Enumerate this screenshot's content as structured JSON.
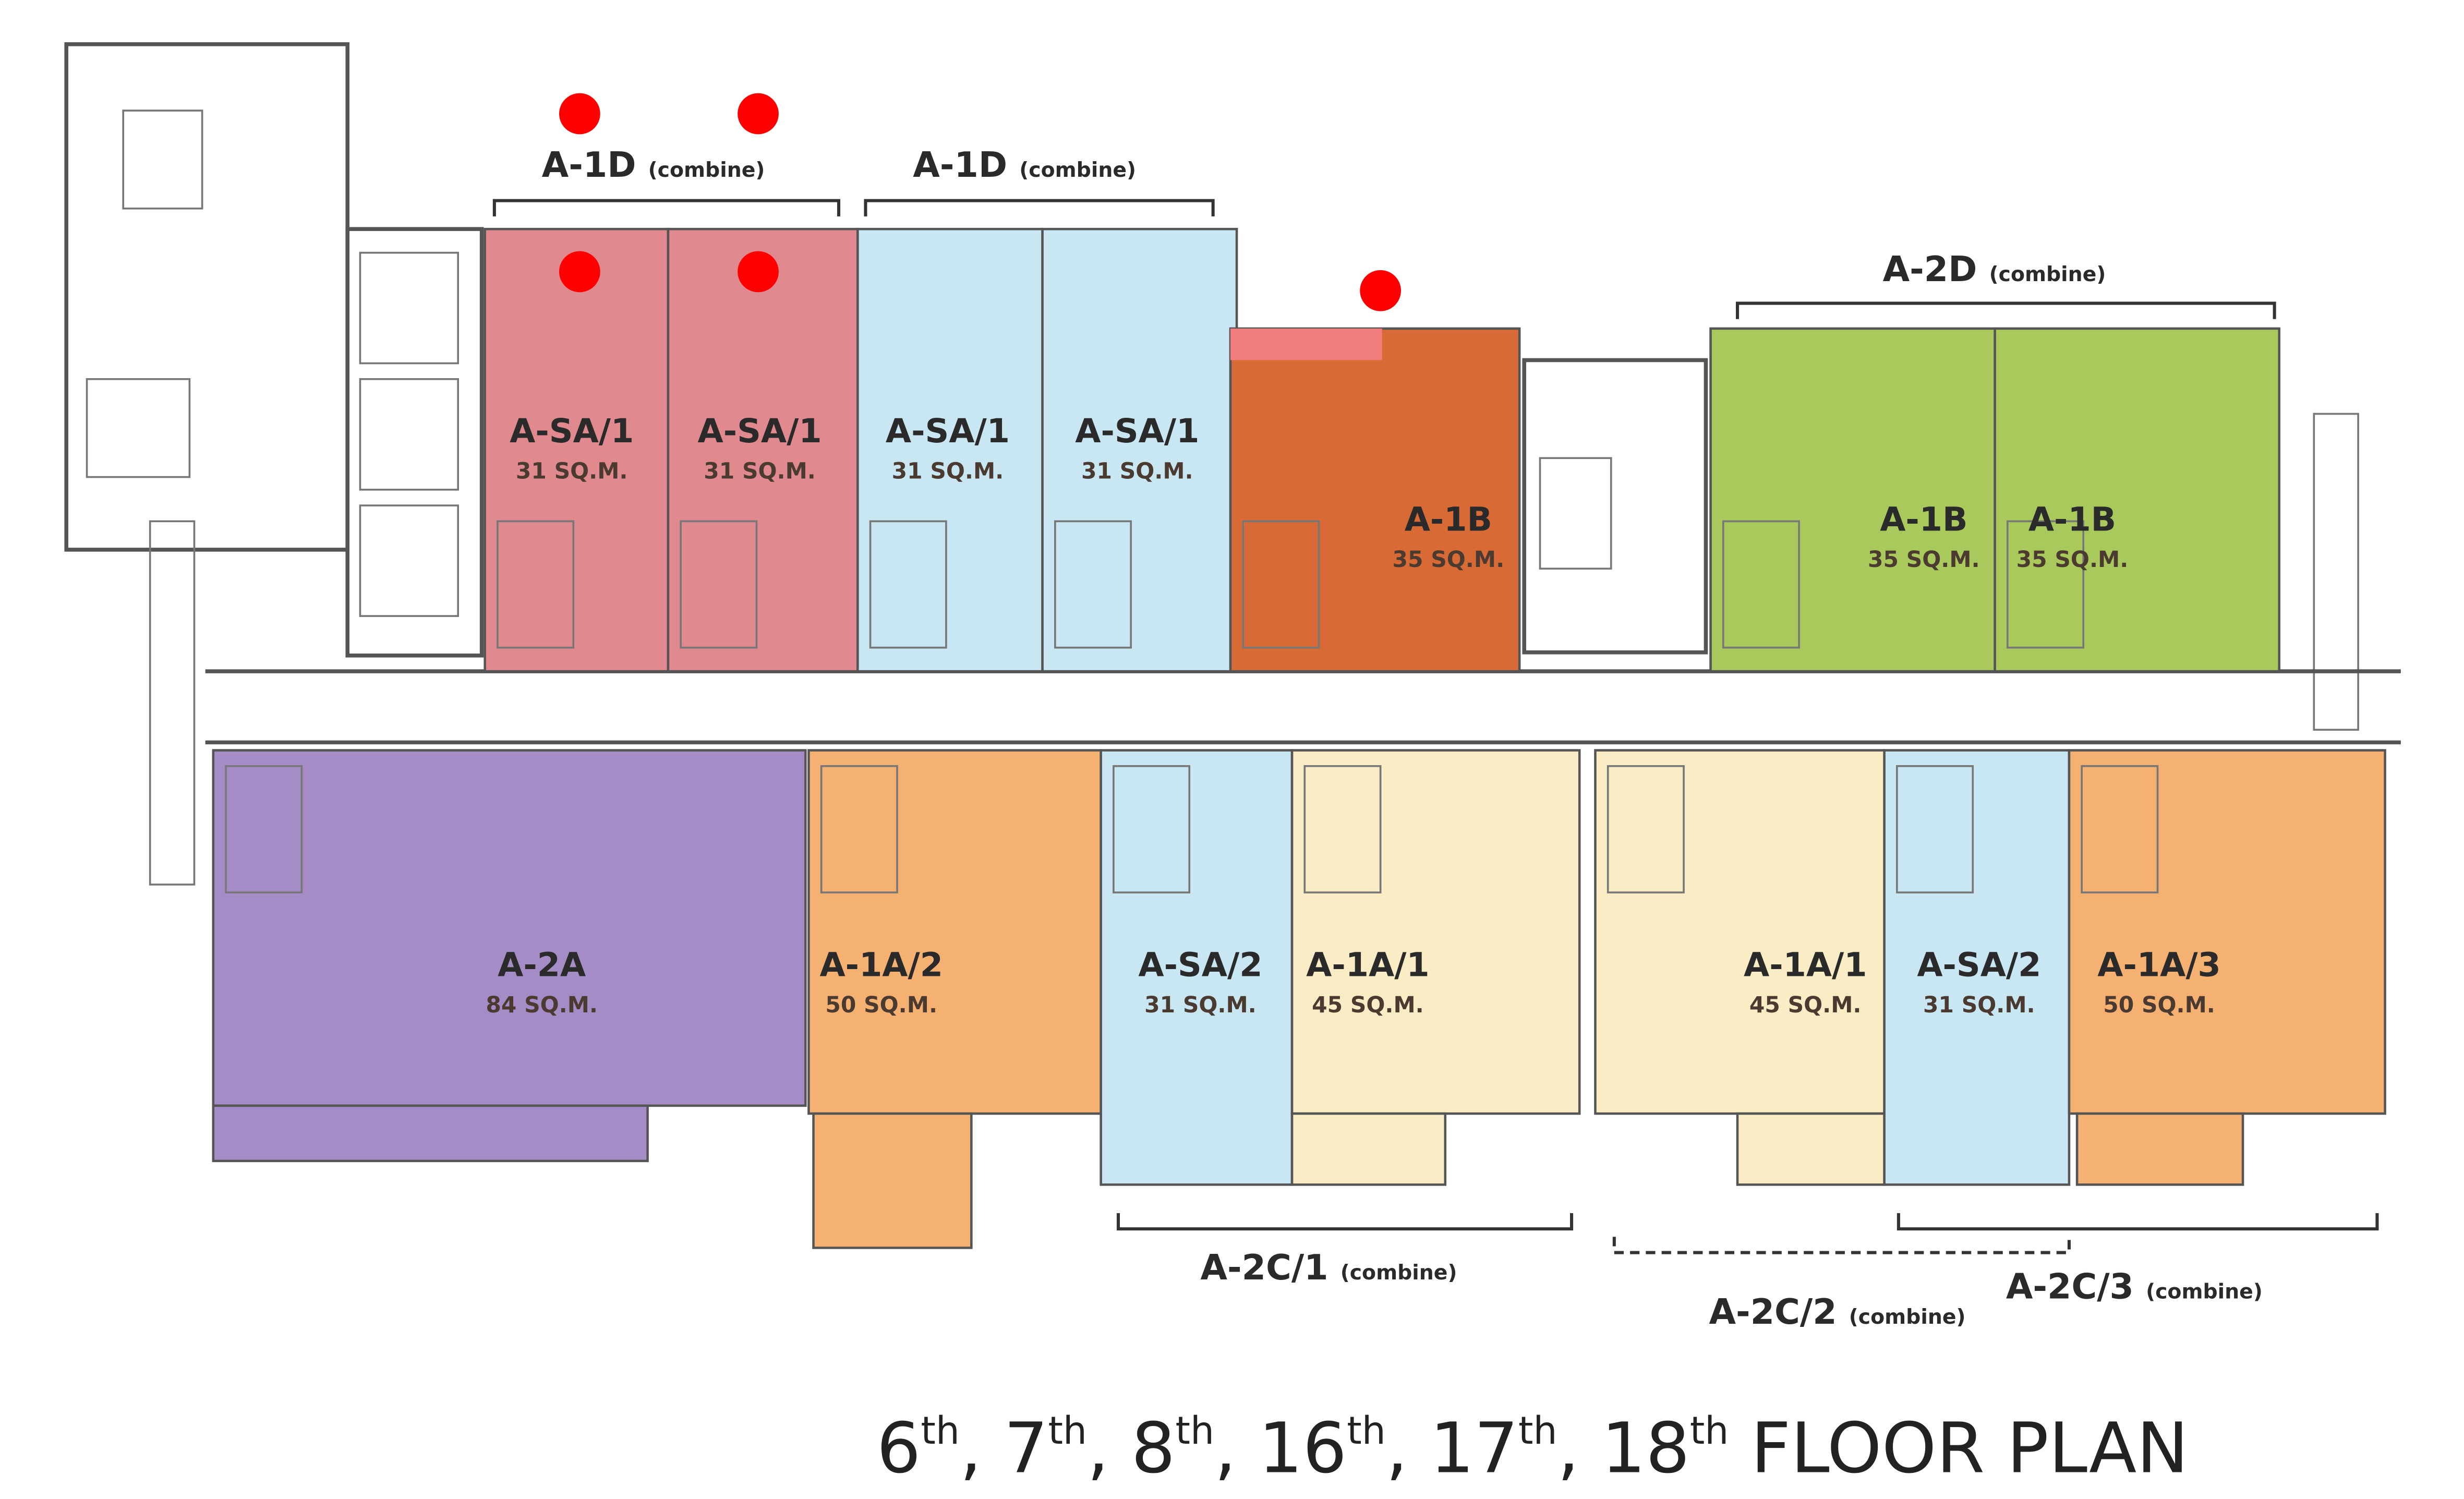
{
  "title": {
    "parts": [
      [
        "6",
        "th"
      ],
      [
        "7",
        "th"
      ],
      [
        "8",
        "th"
      ],
      [
        "16",
        "th"
      ],
      [
        "17",
        "th"
      ],
      [
        "18",
        "th"
      ]
    ],
    "suffix": "FLOOR PLAN"
  },
  "brackets": [
    {
      "name": "A-1D",
      "sub": "(combine)"
    },
    {
      "name": "A-1D",
      "sub": "(combine)"
    },
    {
      "name": "A-2D",
      "sub": "(combine)"
    },
    {
      "name": "A-2C/1",
      "sub": "(combine)"
    },
    {
      "name": "A-2C/2",
      "sub": "(combine)"
    },
    {
      "name": "A-2C/3",
      "sub": "(combine)"
    }
  ],
  "units": [
    {
      "name": "A-SA/1",
      "area": "31 SQ.M.",
      "color": "#e08a90"
    },
    {
      "name": "A-SA/1",
      "area": "31 SQ.M.",
      "color": "#e08a90"
    },
    {
      "name": "A-SA/1",
      "area": "31 SQ.M.",
      "color": "#c9e6f3"
    },
    {
      "name": "A-SA/1",
      "area": "31 SQ.M.",
      "color": "#c9e6f3"
    },
    {
      "name": "A-1B",
      "area": "35 SQ.M.",
      "color": "#d86a35"
    },
    {
      "name": "A-1B",
      "area": "35 SQ.M.",
      "color": "#a9c95d"
    },
    {
      "name": "A-1B",
      "area": "35 SQ.M.",
      "color": "#a9c95d"
    },
    {
      "name": "A-2A",
      "area": "84 SQ.M.",
      "color": "#a58cc6"
    },
    {
      "name": "A-1A/2",
      "area": "50 SQ.M.",
      "color": "#f5b172"
    },
    {
      "name": "A-SA/2",
      "area": "31 SQ.M.",
      "color": "#c9e6f3"
    },
    {
      "name": "A-1A/1",
      "area": "45 SQ.M.",
      "color": "#faecc4"
    },
    {
      "name": "A-1A/1",
      "area": "45 SQ.M.",
      "color": "#faecc4"
    },
    {
      "name": "A-SA/2",
      "area": "31 SQ.M.",
      "color": "#c9e6f3"
    },
    {
      "name": "A-1A/3",
      "area": "50 SQ.M.",
      "color": "#f5b172"
    }
  ],
  "markers": {
    "color": "#ff0000",
    "count": 5
  }
}
